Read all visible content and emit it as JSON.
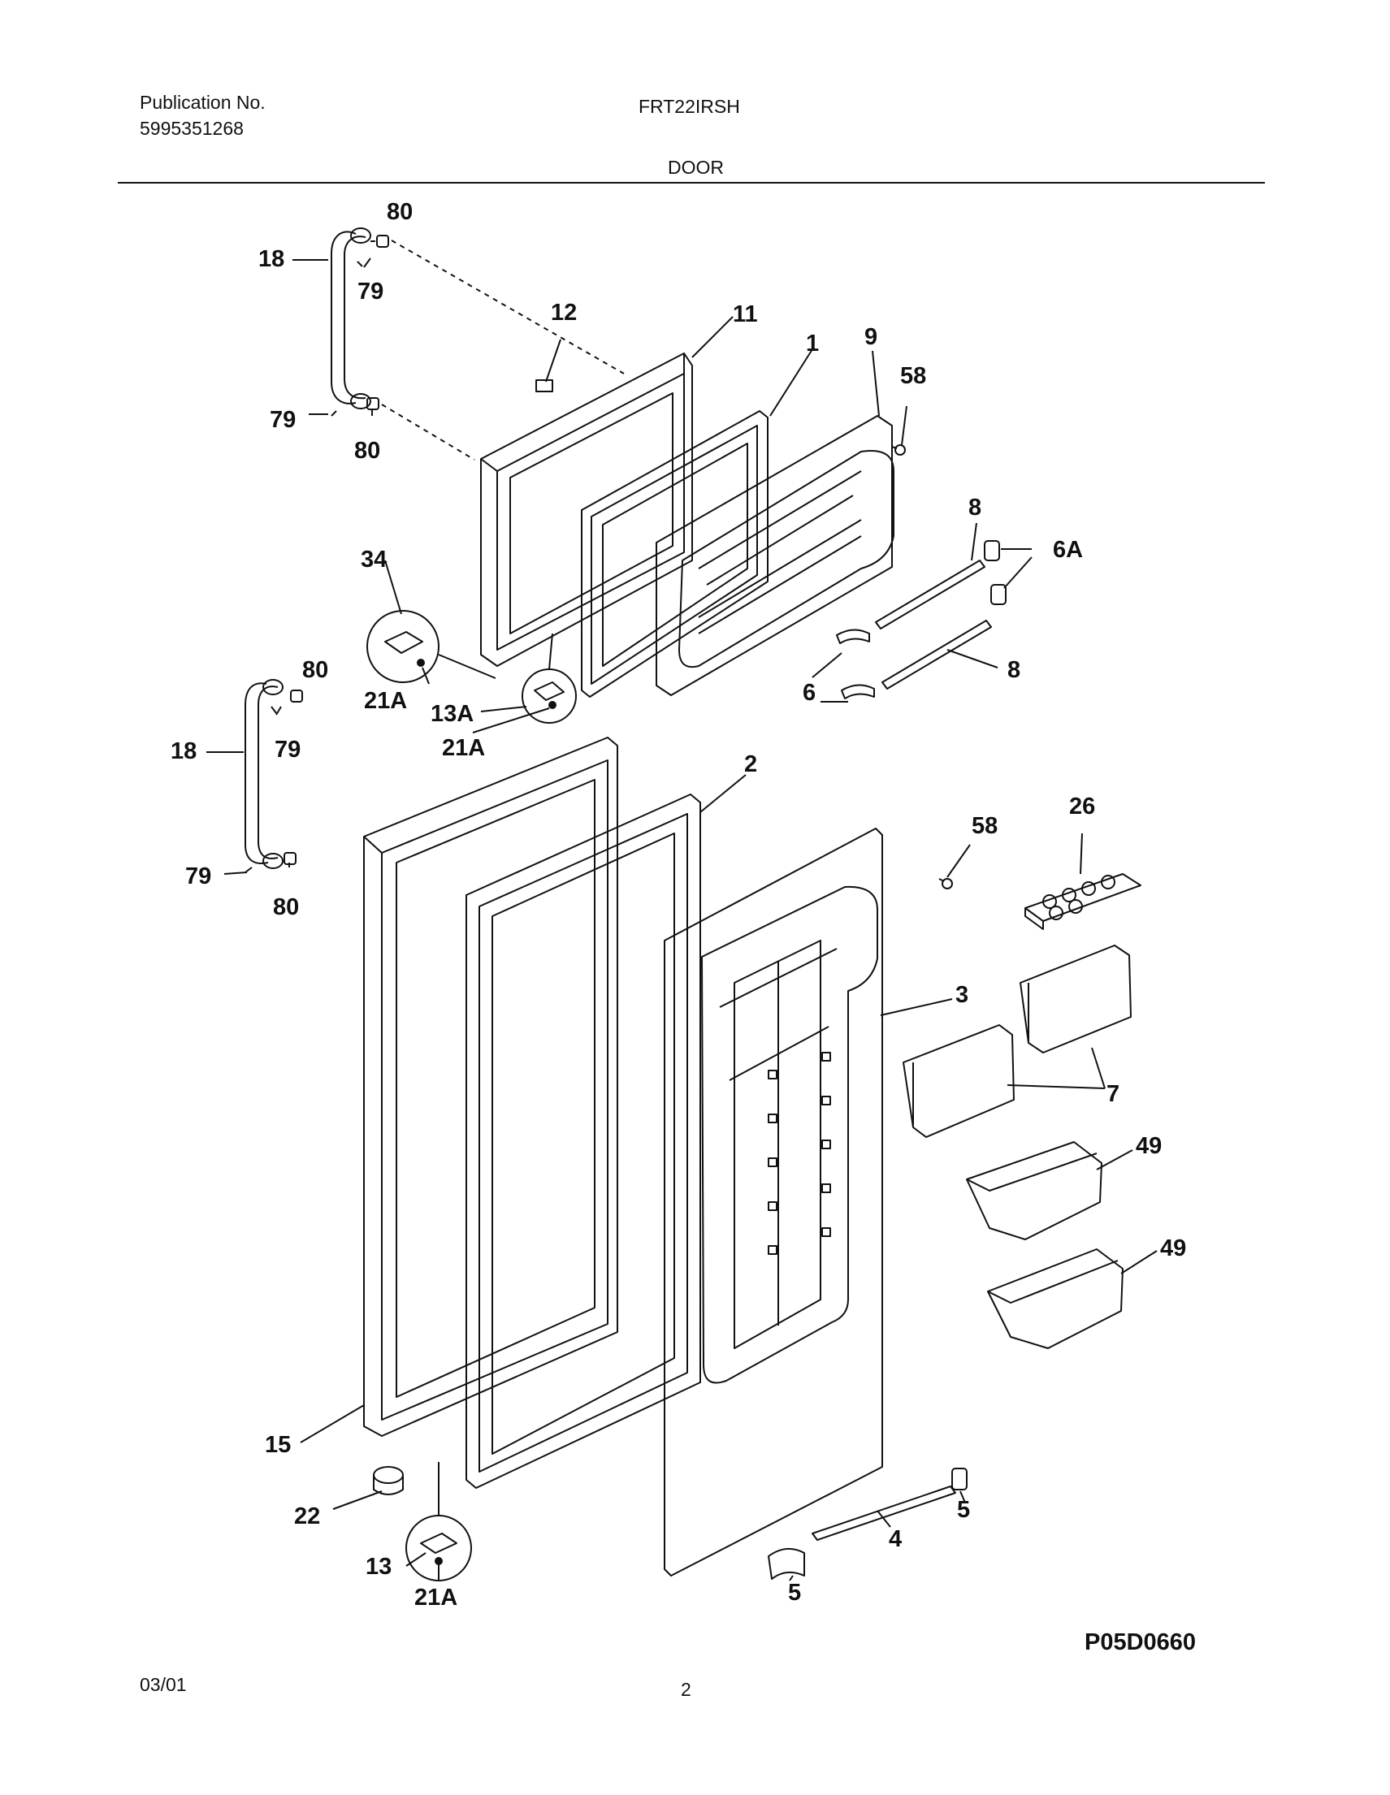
{
  "header": {
    "publication_label": "Publication No.",
    "publication_number": "5995351268",
    "model": "FRT22IRSH",
    "section": "DOOR"
  },
  "footer": {
    "date": "03/01",
    "page": "2",
    "drawing_code": "P05D0660"
  },
  "callouts": {
    "c80a": "80",
    "c79a": "79",
    "c18a": "18",
    "c79b": "79",
    "c80b": "80",
    "c12": "12",
    "c11": "11",
    "c1": "1",
    "c9": "9",
    "c58a": "58",
    "c8a": "8",
    "c6A": "6A",
    "c34": "34",
    "c21Aa": "21A",
    "c13A": "13A",
    "c21Ab": "21A",
    "c6": "6",
    "c8b": "8",
    "c80c": "80",
    "c79c": "79",
    "c18b": "18",
    "c79d": "79",
    "c80d": "80",
    "c2": "2",
    "c58b": "58",
    "c26": "26",
    "c3": "3",
    "c7": "7",
    "c49a": "49",
    "c49b": "49",
    "c15": "15",
    "c22": "22",
    "c13": "13",
    "c21Ac": "21A",
    "c4": "4",
    "c5a": "5",
    "c5b": "5"
  }
}
